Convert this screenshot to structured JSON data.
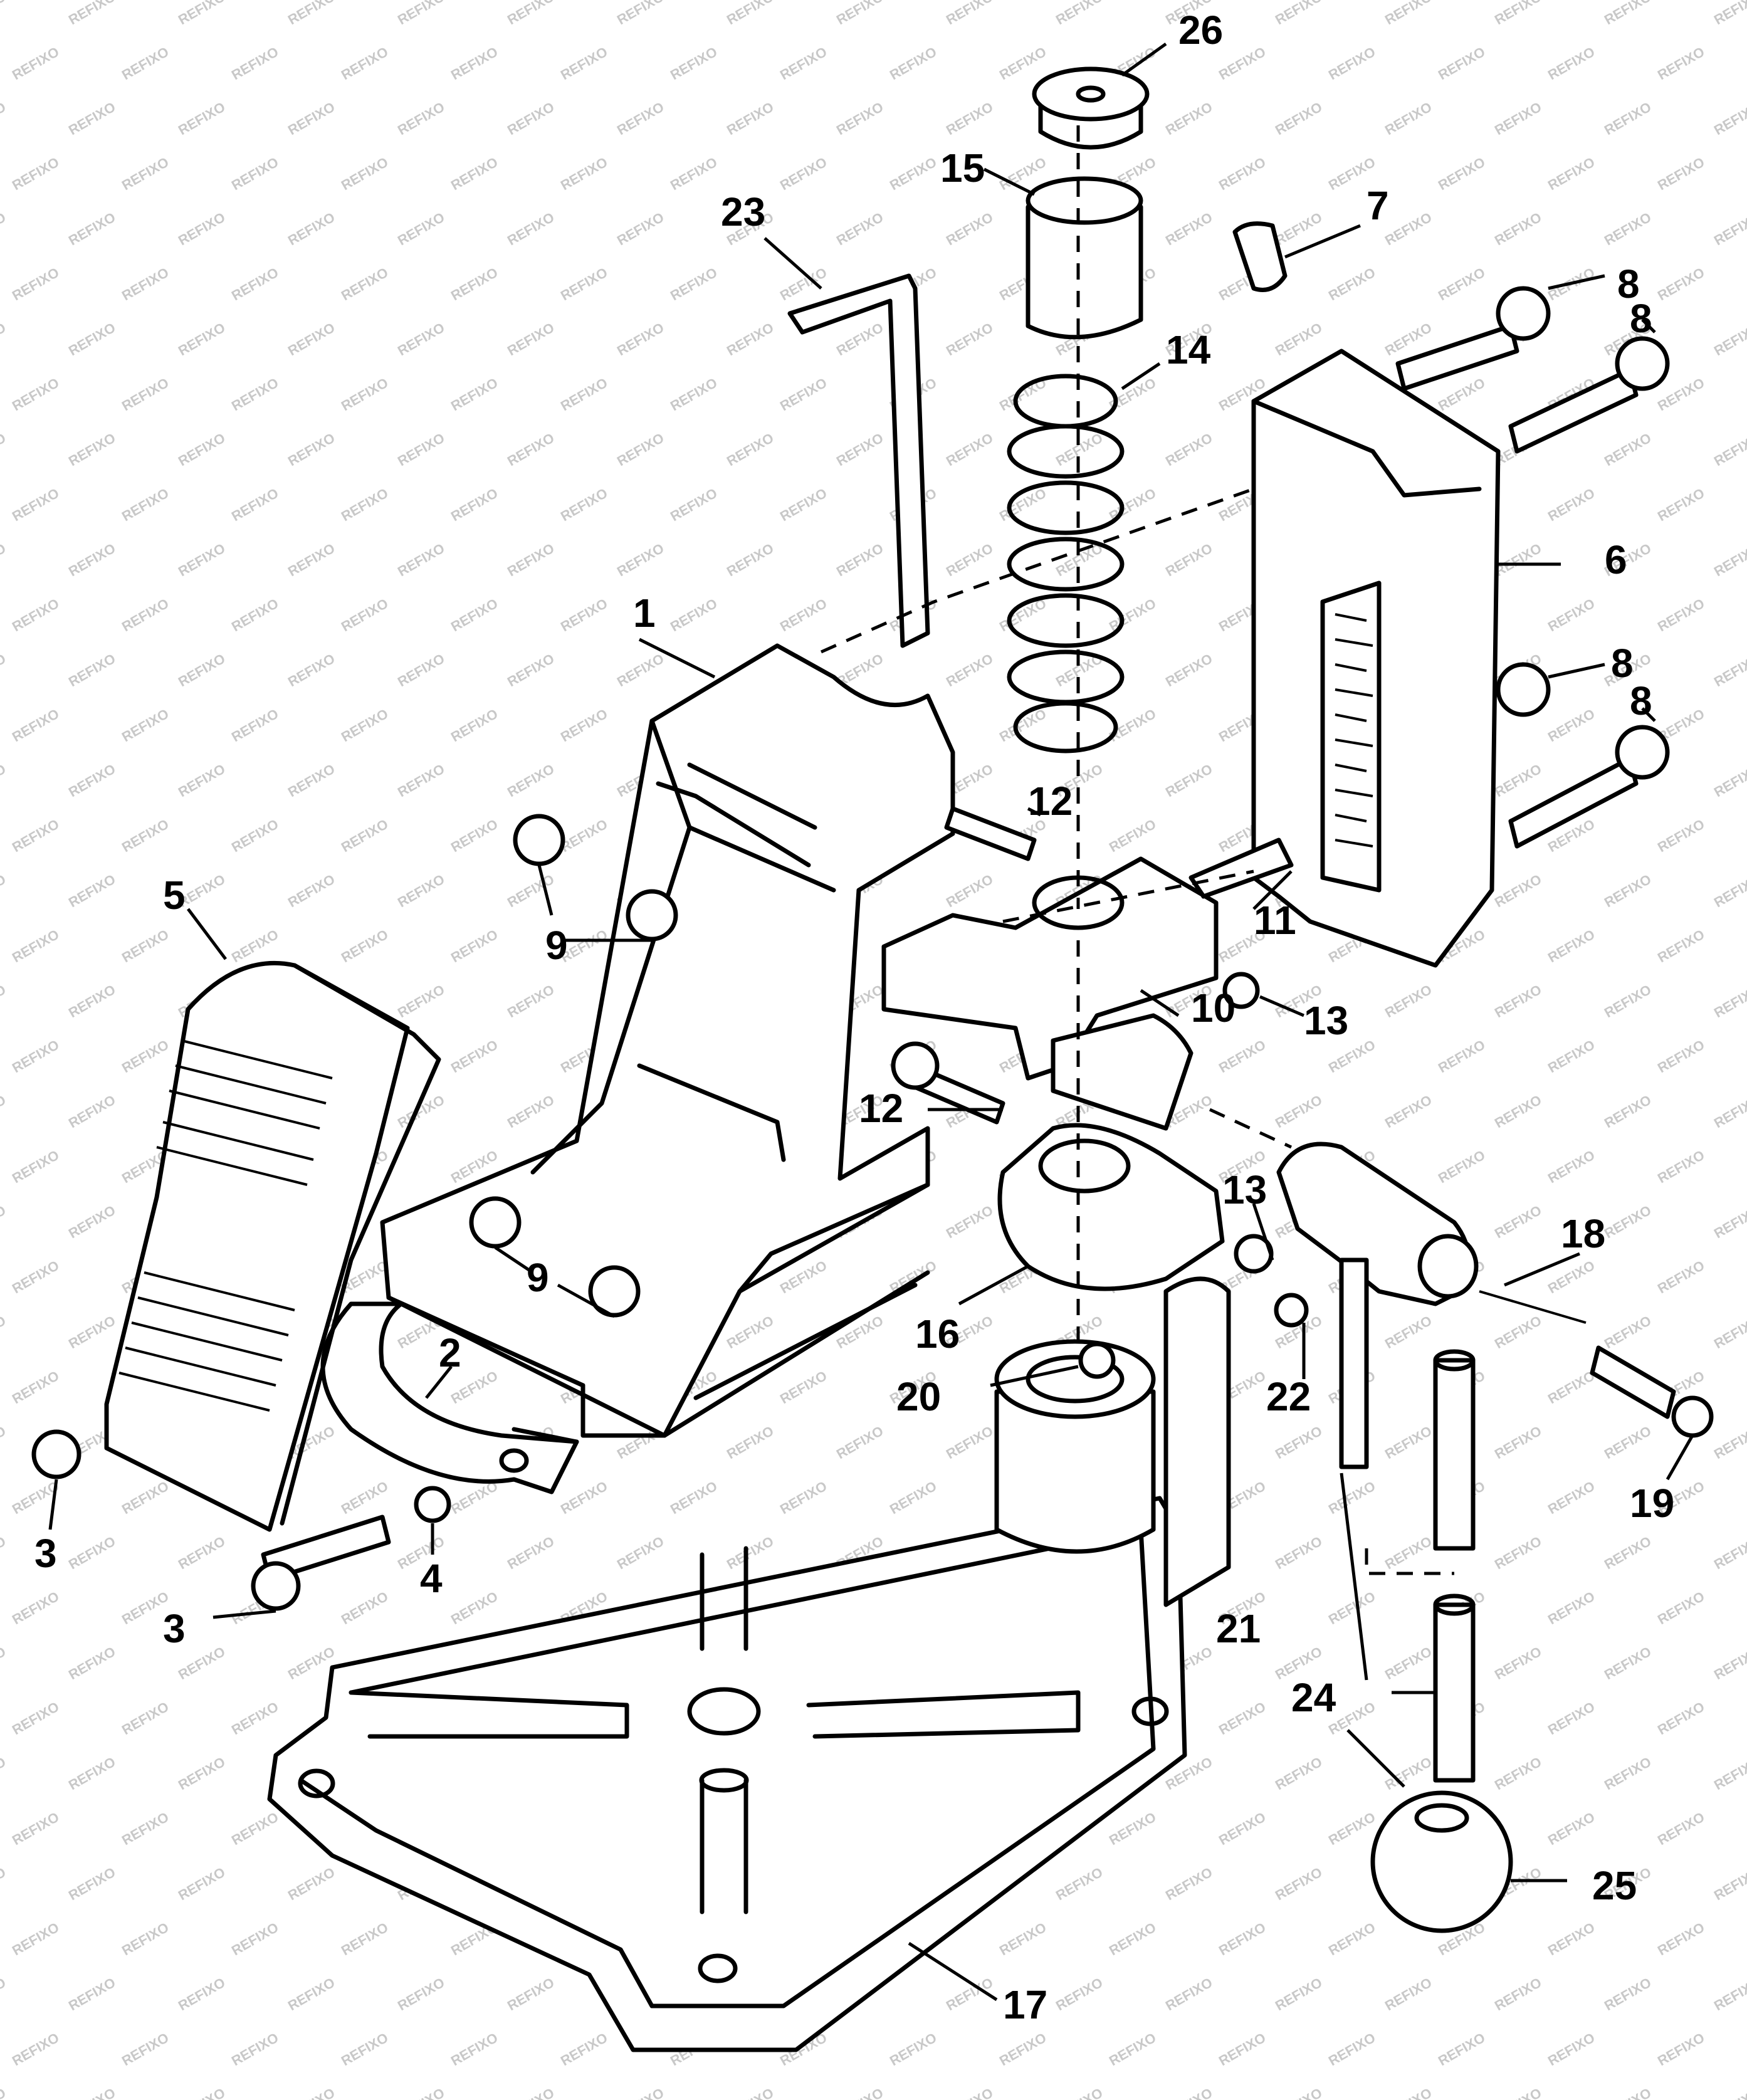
{
  "watermark": "REFIXO",
  "callouts": [
    {
      "id": "1",
      "text": "1"
    },
    {
      "id": "2",
      "text": "2"
    },
    {
      "id": "3a",
      "text": "3"
    },
    {
      "id": "3b",
      "text": "3"
    },
    {
      "id": "4",
      "text": "4"
    },
    {
      "id": "5",
      "text": "5"
    },
    {
      "id": "6",
      "text": "6"
    },
    {
      "id": "7",
      "text": "7"
    },
    {
      "id": "8a",
      "text": "8"
    },
    {
      "id": "8b",
      "text": "8"
    },
    {
      "id": "8c",
      "text": "8"
    },
    {
      "id": "8d",
      "text": "8"
    },
    {
      "id": "9a",
      "text": "9"
    },
    {
      "id": "9b",
      "text": "9"
    },
    {
      "id": "10",
      "text": "10"
    },
    {
      "id": "11",
      "text": "11"
    },
    {
      "id": "12a",
      "text": "12"
    },
    {
      "id": "12b",
      "text": "12"
    },
    {
      "id": "13a",
      "text": "13"
    },
    {
      "id": "13b",
      "text": "13"
    },
    {
      "id": "14",
      "text": "14"
    },
    {
      "id": "15",
      "text": "15"
    },
    {
      "id": "16",
      "text": "16"
    },
    {
      "id": "17",
      "text": "17"
    },
    {
      "id": "18",
      "text": "18"
    },
    {
      "id": "19",
      "text": "19"
    },
    {
      "id": "20",
      "text": "20"
    },
    {
      "id": "21",
      "text": "21"
    },
    {
      "id": "22",
      "text": "22"
    },
    {
      "id": "23",
      "text": "23"
    },
    {
      "id": "24",
      "text": "24"
    },
    {
      "id": "25",
      "text": "25"
    },
    {
      "id": "26",
      "text": "26"
    }
  ]
}
